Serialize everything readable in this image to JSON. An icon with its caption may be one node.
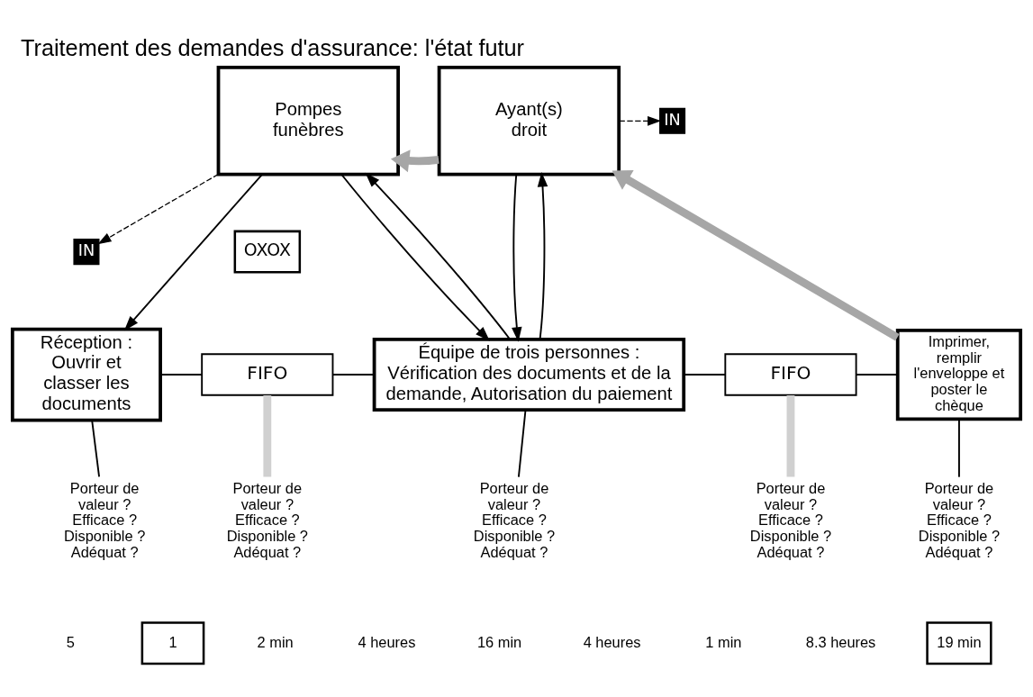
{
  "diagram": {
    "title": "Traitement des demandes d'assurance: l'état futur",
    "nodes": [
      {
        "text": [
          "Pompes funèbres"
        ]
      },
      {
        "text": [
          "Ayant(s) droit"
        ]
      },
      {
        "text": [
          "IN"
        ]
      },
      {
        "text": [
          "IN"
        ]
      },
      {
        "text": [
          "Réception : Ouvrir et classer les documents"
        ]
      },
      {
        "text": [
          "FIFO"
        ]
      },
      {
        "text": [
          "OXOX"
        ]
      },
      {
        "text": [
          "Équipe de trois personnes : Vérification des documents et de la demande, Autorisation du paiement"
        ]
      },
      {
        "text": [
          "FIFO"
        ]
      },
      {
        "text": [
          "Imprimer, remplir l'enveloppe et poster le chèque"
        ]
      },
      {
        "text": [
          "Porteur de valeur ? Efficace ? Disponible ? Adéquat ?"
        ]
      },
      {
        "text": [
          "Porteur de valeur ? Efficace ? Disponible ? Adéquat ?"
        ]
      },
      {
        "text": [
          "Porteur de valeur ? Efficace ? Disponible ? Adéquat ?"
        ]
      },
      {
        "text": [
          "Porteur de valeur ? Efficace ? Disponible ? Adéquat ?"
        ]
      },
      {
        "text": [
          "Porteur de valeur ? Efficace ? Disponible ? Adéquat ?"
        ]
      },
      {
        "text": [
          "1"
        ]
      },
      {
        "text": [
          "19 min"
        ]
      }
    ],
    "edges": [
      {
        "from": 1,
        "to": 0,
        "arrow": "to",
        "style": "thick",
        "color": "#a6a6a6"
      },
      {
        "from": 0,
        "to": 3,
        "arrow": "to",
        "style": "dashed"
      },
      {
        "from": 1,
        "to": 2,
        "arrow": "to",
        "style": "dashed"
      },
      {
        "from": 0,
        "to": 4,
        "arrow": "to"
      },
      {
        "from": 0,
        "to": 7,
        "arrow": "to"
      },
      {
        "from": 7,
        "to": 0,
        "arrow": "to"
      },
      {
        "from": 1,
        "to": 7,
        "arrow": "to"
      },
      {
        "from": 7,
        "to": 1,
        "arrow": "to"
      },
      {
        "from": 9,
        "to": 1,
        "arrow": "to",
        "style": "thick",
        "color": "#a6a6a6"
      },
      {
        "from": 4,
        "to": 5,
        "arrow": "none"
      },
      {
        "from": 5,
        "to": 7,
        "arrow": "none"
      },
      {
        "from": 7,
        "to": 8,
        "arrow": "none"
      },
      {
        "from": 8,
        "to": 9,
        "arrow": "none"
      },
      {
        "from": 4,
        "to": 10,
        "arrow": "none"
      },
      {
        "from": 5,
        "to": 11,
        "arrow": "none",
        "style": "thick",
        "color": "#d0d0d0"
      },
      {
        "from": 7,
        "to": 12,
        "arrow": "none"
      },
      {
        "from": 8,
        "to": 13,
        "arrow": "none",
        "style": "thick",
        "color": "#d0d0d0"
      },
      {
        "from": 9,
        "to": 14,
        "arrow": "none"
      }
    ],
    "labels": [
      "5",
      "2 min",
      "4 heures",
      "16 min",
      "4 heures",
      "1 min",
      "8.3 heures"
    ]
  }
}
